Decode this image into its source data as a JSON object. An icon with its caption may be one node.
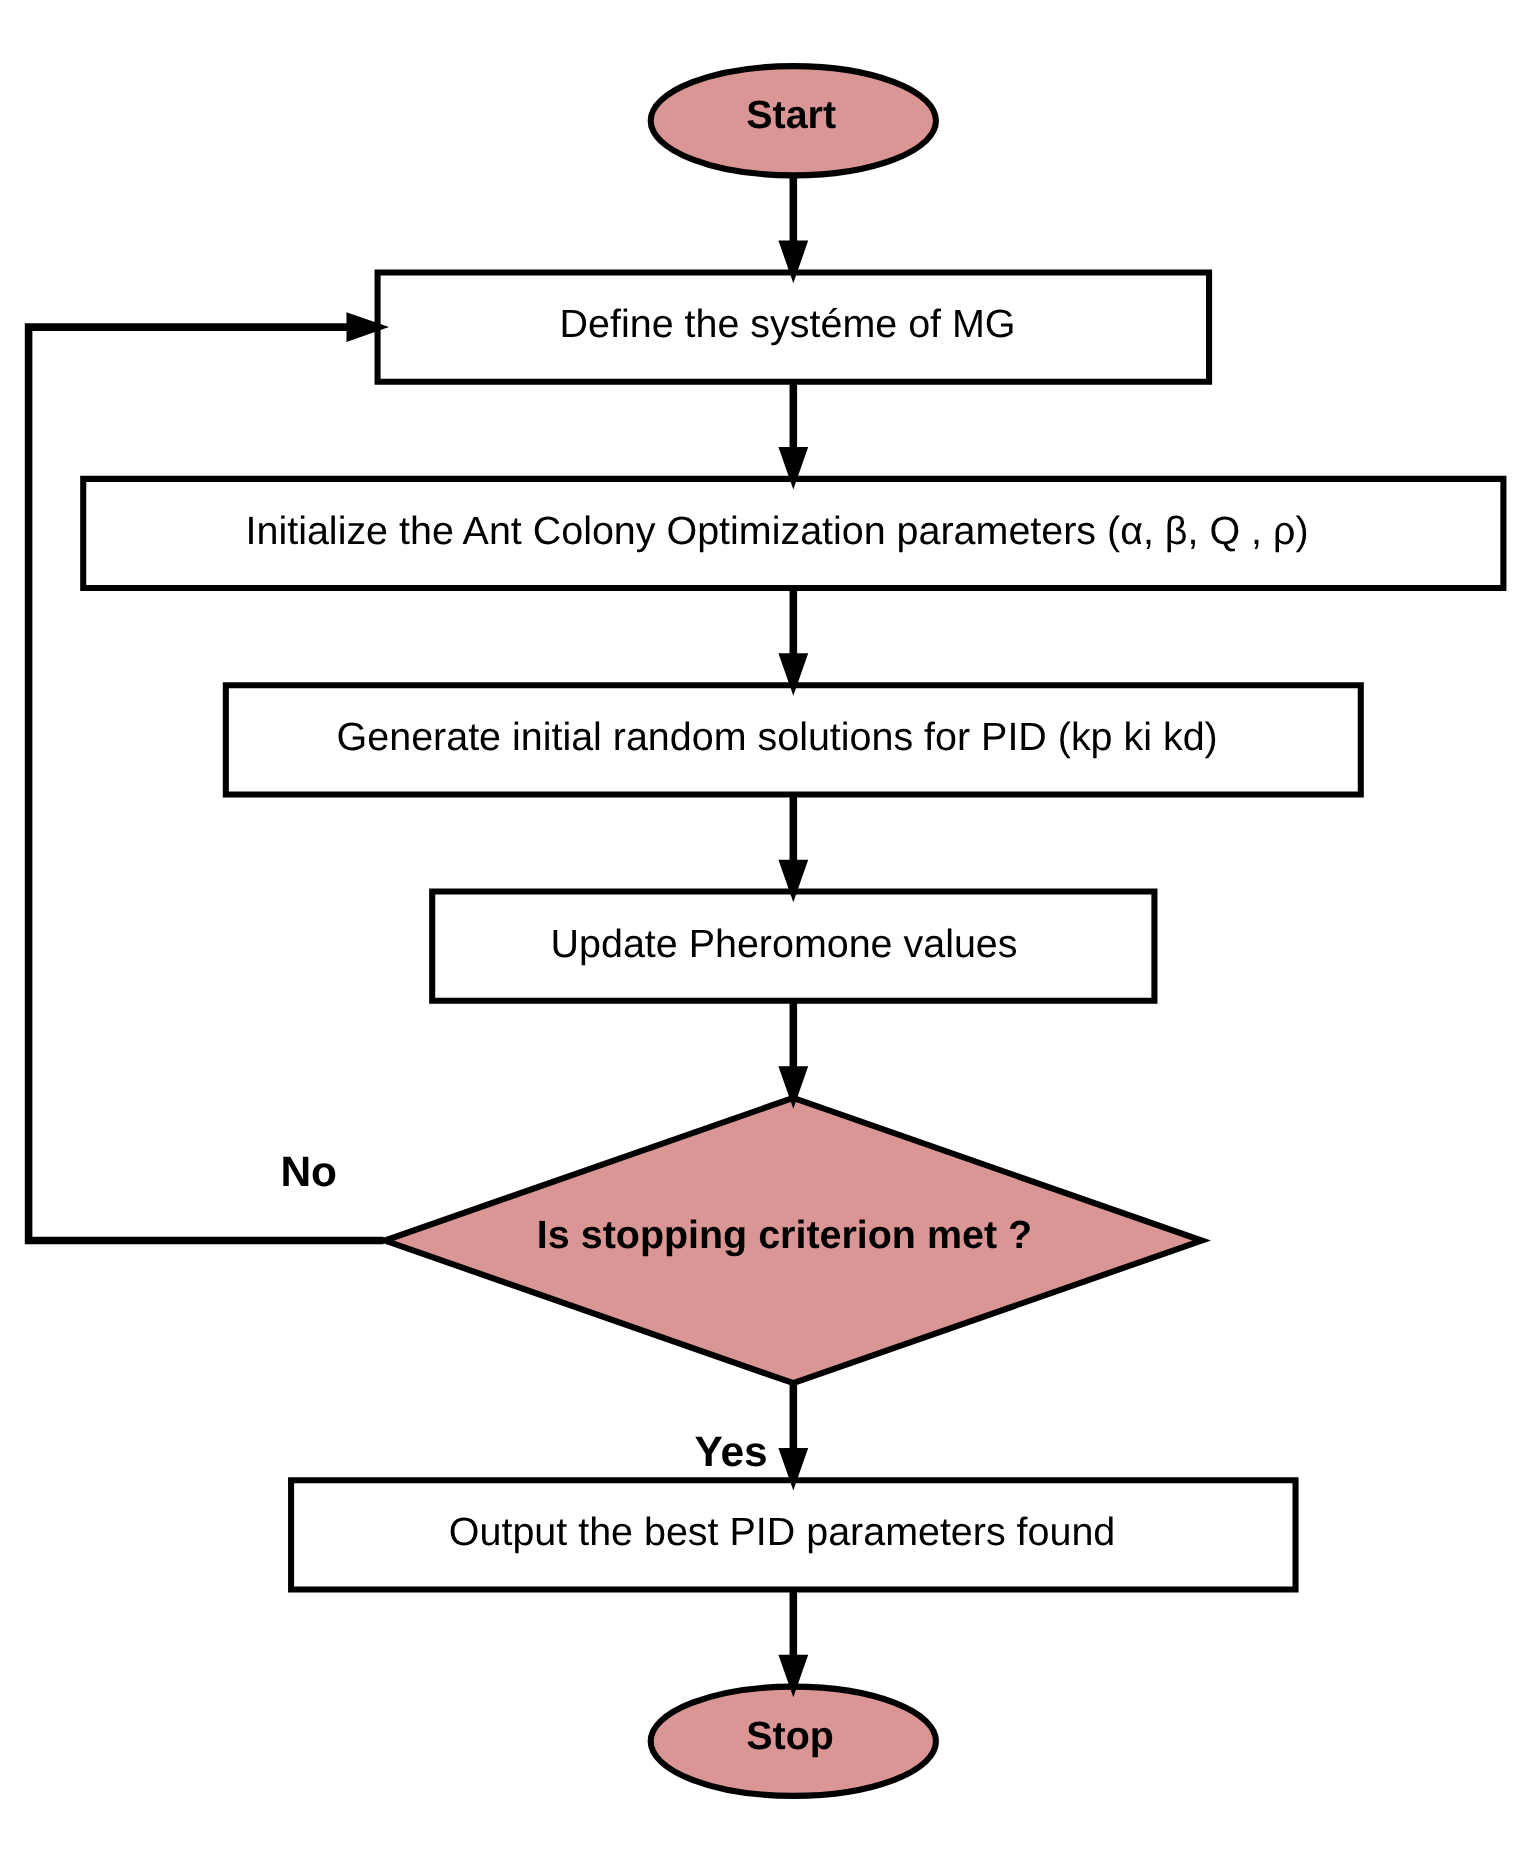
{
  "diagram": {
    "nodes": [
      {
        "text": [
          "Start"
        ]
      },
      {
        "text": [
          "Define the systéme of MG"
        ]
      },
      {
        "text": [
          "Initialize the Ant Colony Optimization parameters (α, β, Q , ρ)"
        ]
      },
      {
        "text": [
          "Generate initial random solutions for PID (kp ki kd)"
        ]
      },
      {
        "text": [
          "Update Pheromone values"
        ]
      },
      {
        "text": [
          "Is stopping criterion met ?"
        ]
      },
      {
        "text": [
          "Output the best PID parameters found"
        ]
      },
      {
        "text": [
          "Stop"
        ]
      }
    ],
    "edges": [
      {
        "from": 0,
        "to": 1,
        "arrow": "to"
      },
      {
        "from": 1,
        "to": 2,
        "arrow": "to"
      },
      {
        "from": 2,
        "to": 3,
        "arrow": "to"
      },
      {
        "from": 3,
        "to": 4,
        "arrow": "to"
      },
      {
        "from": 4,
        "to": 5,
        "arrow": "to"
      },
      {
        "from": 5,
        "to": 1,
        "arrow": "to",
        "label": "No"
      },
      {
        "from": 5,
        "to": 6,
        "arrow": "to",
        "label": "Yes"
      },
      {
        "from": 6,
        "to": 7,
        "arrow": "to"
      }
    ]
  }
}
